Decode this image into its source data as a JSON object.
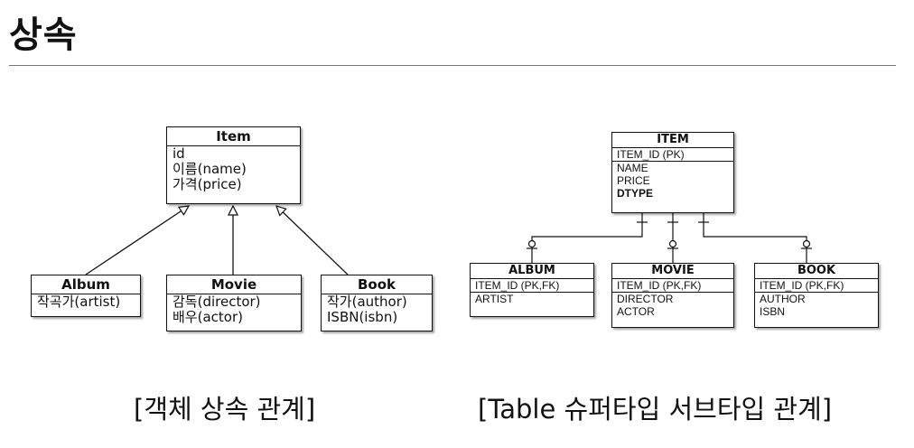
{
  "title": "상속",
  "object_diagram": {
    "item": {
      "name": "Item",
      "fields": [
        "id",
        "이름(name)",
        "가격(price)"
      ]
    },
    "album": {
      "name": "Album",
      "fields": [
        "작곡가(artist)"
      ]
    },
    "movie": {
      "name": "Movie",
      "fields": [
        "감독(director)",
        "배우(actor)"
      ]
    },
    "book": {
      "name": "Book",
      "fields": [
        "작가(author)",
        "ISBN(isbn)"
      ]
    },
    "caption": "[객체 상속 관계]"
  },
  "table_diagram": {
    "item": {
      "name": "ITEM",
      "pk": "ITEM_ID (PK)",
      "columns": [
        "NAME",
        "PRICE"
      ],
      "discriminator": "DTYPE"
    },
    "album": {
      "name": "ALBUM",
      "pk": "ITEM_ID (PK,FK)",
      "columns": [
        "ARTIST"
      ]
    },
    "movie": {
      "name": "MOVIE",
      "pk": "ITEM_ID (PK,FK)",
      "columns": [
        "DIRECTOR",
        "ACTOR"
      ]
    },
    "book": {
      "name": "BOOK",
      "pk": "ITEM_ID (PK,FK)",
      "columns": [
        "AUTHOR",
        "ISBN"
      ]
    },
    "caption": "[Table 슈퍼타입 서브타입 관계]"
  }
}
